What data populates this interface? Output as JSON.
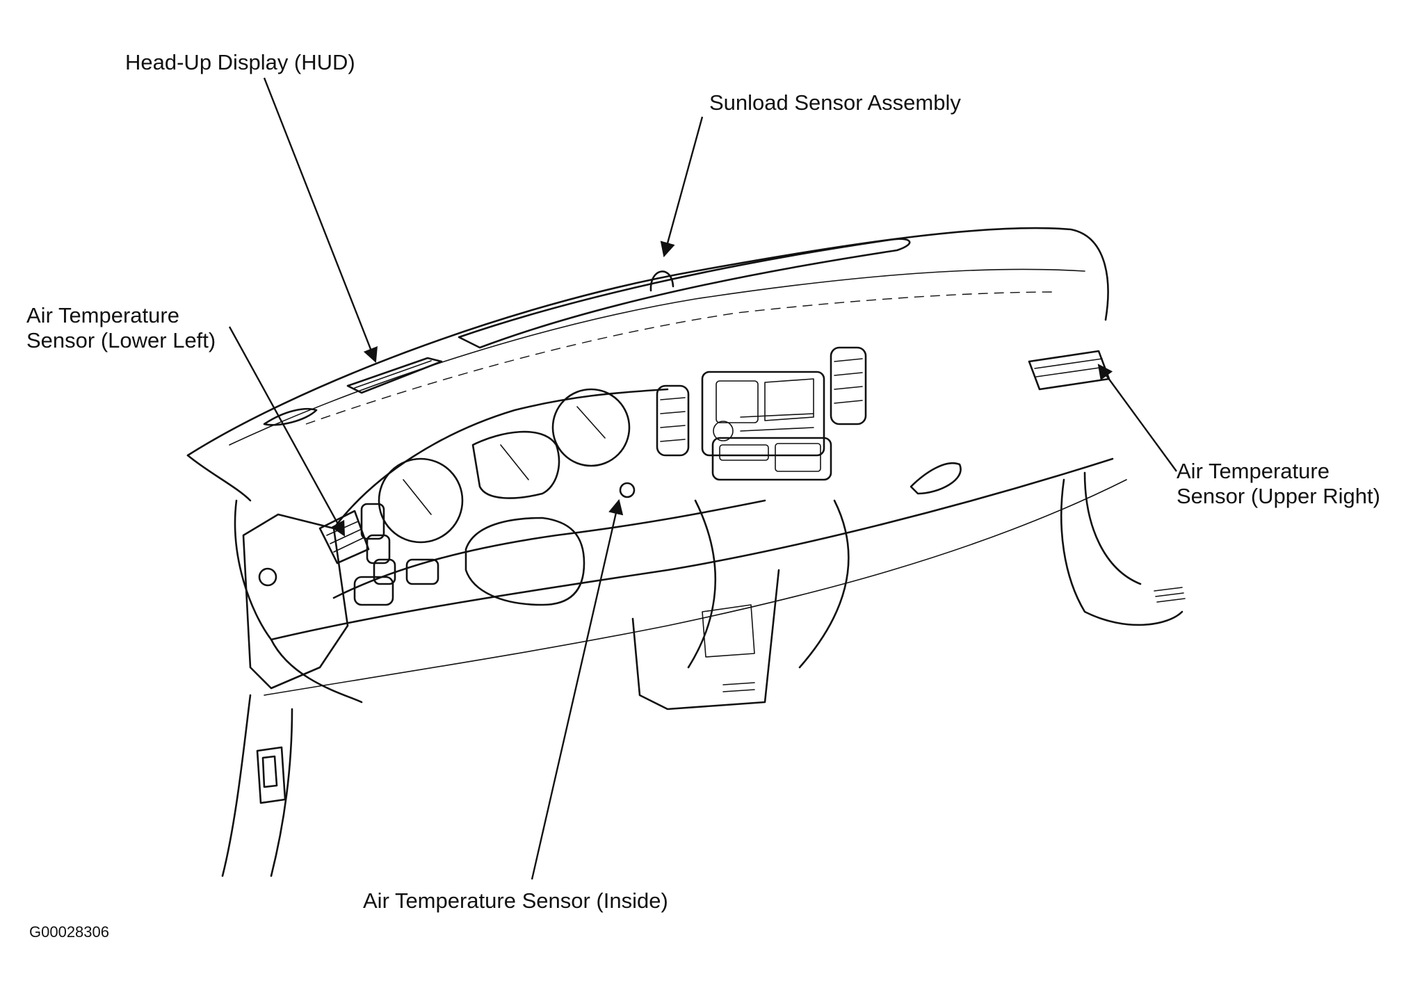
{
  "diagram": {
    "callouts": {
      "hud": {
        "label": "Head-Up Display (HUD)"
      },
      "sunload": {
        "label": "Sunload Sensor Assembly"
      },
      "lower_left": {
        "line1": "Air Temperature",
        "line2": "Sensor (Lower Left)"
      },
      "upper_right": {
        "line1": "Air Temperature",
        "line2": "Sensor (Upper Right)"
      },
      "inside": {
        "label": "Air Temperature Sensor (Inside)"
      }
    },
    "figure_id": "G00028306"
  }
}
